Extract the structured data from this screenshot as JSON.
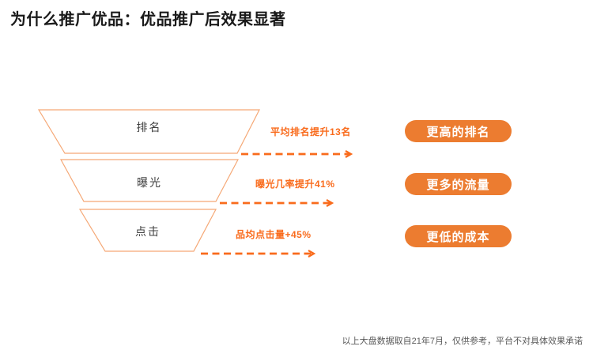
{
  "title": "为什么推广优品：优品推广后效果显著",
  "funnel": {
    "levels": [
      {
        "label": "排名",
        "metric": "平均排名提升13名",
        "result": "更高的排名"
      },
      {
        "label": "曝光",
        "metric": "曝光几率提升41%",
        "result": "更多的流量"
      },
      {
        "label": "点击",
        "metric": "品均点击量+45%",
        "result": "更低的成本"
      }
    ]
  },
  "footer": "以上大盘数据取自21年7月，仅供参考，平台不对具体效果承诺",
  "colors": {
    "pill_orange": "#EC7C30",
    "highlight_orange": "#F96B1C",
    "funnel_border": "#F5A876",
    "label_gray": "#404040",
    "footer_gray": "#595959",
    "title_black": "#1A1A1A"
  }
}
